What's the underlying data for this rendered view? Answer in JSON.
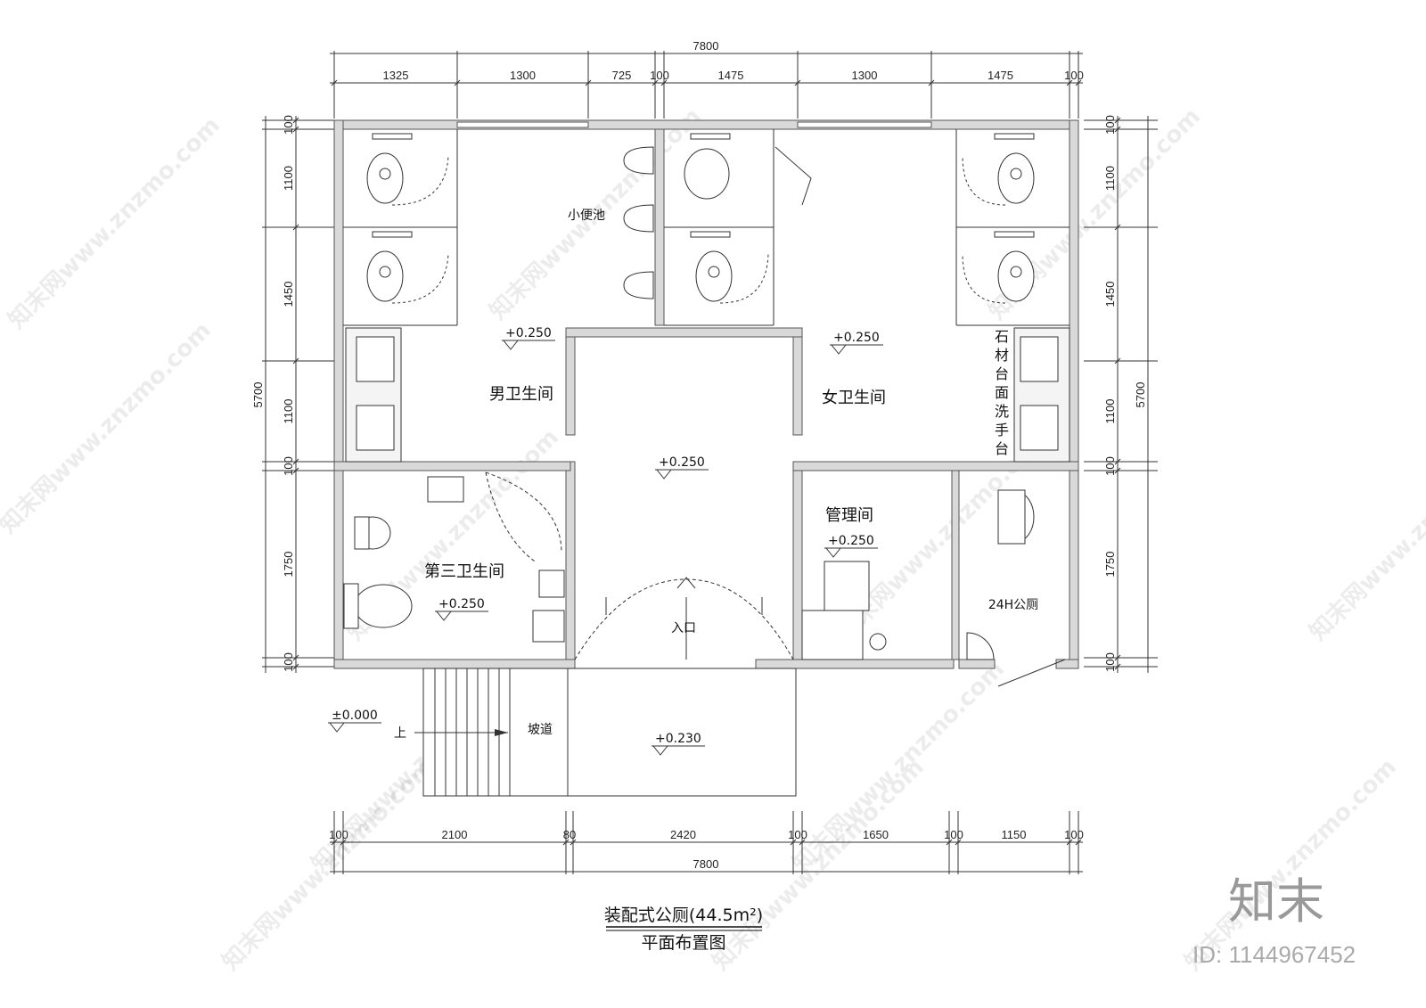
{
  "title": {
    "main": "装配式公厕(44.5m²)",
    "sub": "平面布置图"
  },
  "rooms": {
    "mens": "男卫生间",
    "womens": "女卫生间",
    "third": "第三卫生间",
    "management": "管理间",
    "public24h": "24H公厕",
    "urinals": "小便池",
    "entrance": "入口",
    "ramp": "坡道",
    "up": "上",
    "sink_counter": [
      "石",
      "材",
      "台",
      "面",
      "洗",
      "手",
      "台"
    ]
  },
  "elevations": {
    "mens": "+0.250",
    "womens": "+0.250",
    "hall": "+0.250",
    "third": "+0.250",
    "management": "+0.250",
    "platform": "+0.230",
    "ground": "±0.000"
  },
  "dimensions": {
    "top_total": "7800",
    "top": [
      "1325",
      "1300",
      "725",
      "100",
      "1475",
      "1300",
      "1475",
      "100"
    ],
    "bottom_total": "7800",
    "bottom": [
      "100",
      "2100",
      "80",
      "2420",
      "100",
      "1650",
      "100",
      "1150",
      "100"
    ],
    "left_total": "5700",
    "left": [
      "100",
      "1100",
      "1450",
      "1100",
      "100",
      "1750",
      "100"
    ],
    "right_total": "5700",
    "right": [
      "100",
      "1100",
      "1450",
      "1100",
      "100",
      "1750",
      "100"
    ]
  },
  "watermark": {
    "site": "知末网www.znzmo.com",
    "logo": "知末",
    "id": "ID: 1144967452"
  }
}
